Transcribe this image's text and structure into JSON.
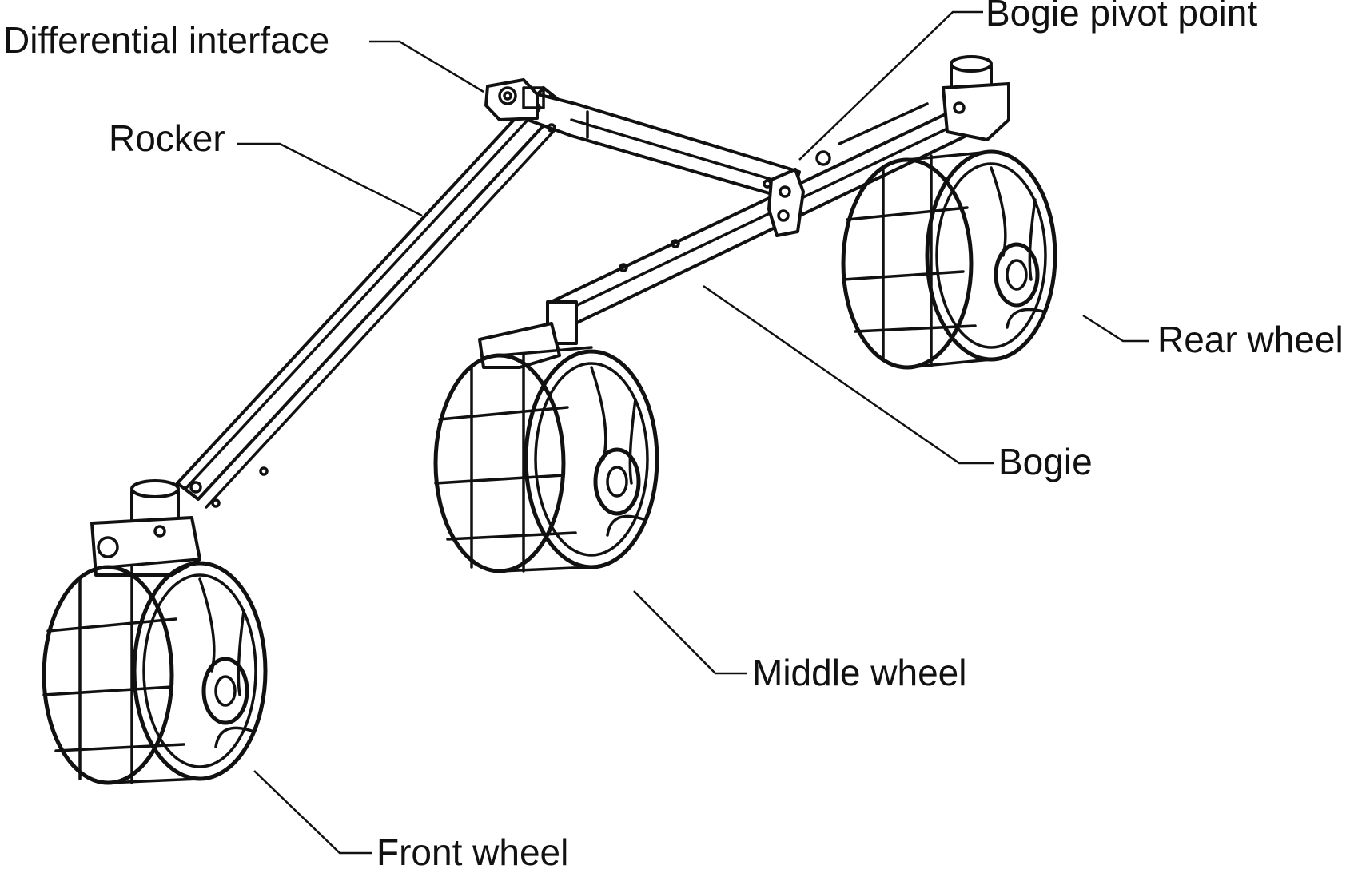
{
  "diagram": {
    "labels": {
      "differential_interface": "Differential interface",
      "bogie_pivot_point": "Bogie pivot point",
      "rocker": "Rocker",
      "rear_wheel": "Rear wheel",
      "bogie": "Bogie",
      "middle_wheel": "Middle wheel",
      "front_wheel": "Front wheel"
    },
    "colors": {
      "line": "#111111",
      "background": "#ffffff"
    }
  }
}
